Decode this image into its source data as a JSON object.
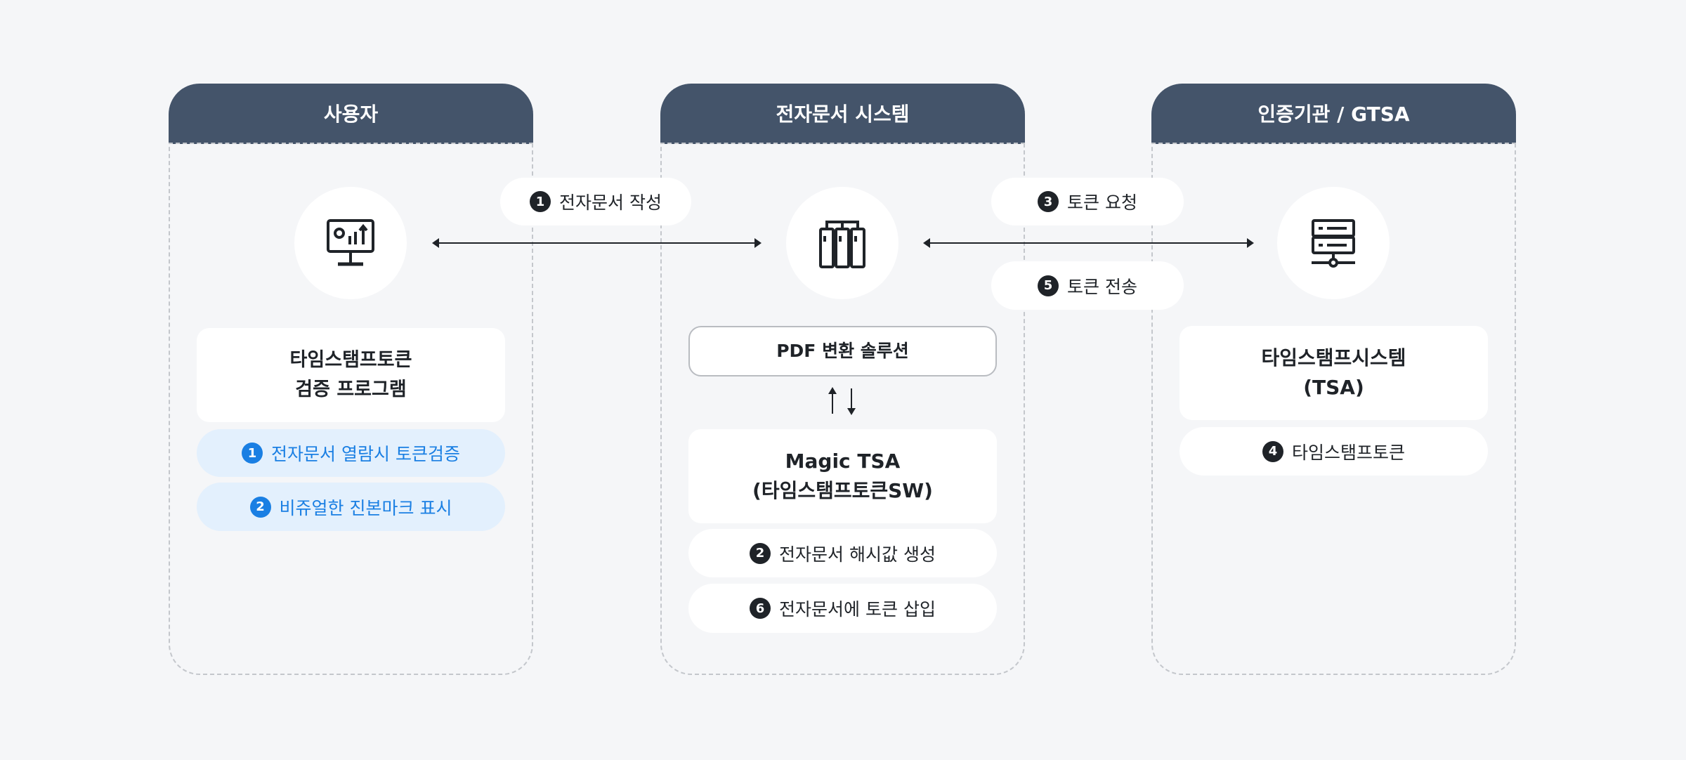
{
  "columns": [
    {
      "title": "사용자"
    },
    {
      "title": "전자문서 시스템"
    },
    {
      "title": "인증기관 / GTSA"
    }
  ],
  "user": {
    "program_line1": "타임스탬프토큰",
    "program_line2": "검증 프로그램",
    "steps": [
      {
        "num": "1",
        "label": "전자문서 열람시 토큰검증"
      },
      {
        "num": "2",
        "label": "비쥬얼한 진본마크 표시"
      }
    ]
  },
  "system": {
    "pdf_label": "PDF 변환 솔루션",
    "tsa_line1": "Magic TSA",
    "tsa_line2": "(타임스탬프토큰SW)",
    "steps": [
      {
        "num": "2",
        "label": "전자문서 해시값 생성"
      },
      {
        "num": "6",
        "label": "전자문서에 토큰 삽입"
      }
    ]
  },
  "authority": {
    "tsa_line1": "타임스탬프시스템",
    "tsa_line2": "(TSA)",
    "steps": [
      {
        "num": "4",
        "label": "타임스탬프토큰"
      }
    ]
  },
  "flows": [
    {
      "num": "1",
      "label": "전자문서 작성"
    },
    {
      "num": "3",
      "label": "토큰 요청"
    },
    {
      "num": "5",
      "label": "토큰 전송"
    }
  ],
  "colors": {
    "header": "#44546a",
    "accent": "#1a7fe3",
    "accent_bg": "#e3f0fd"
  }
}
